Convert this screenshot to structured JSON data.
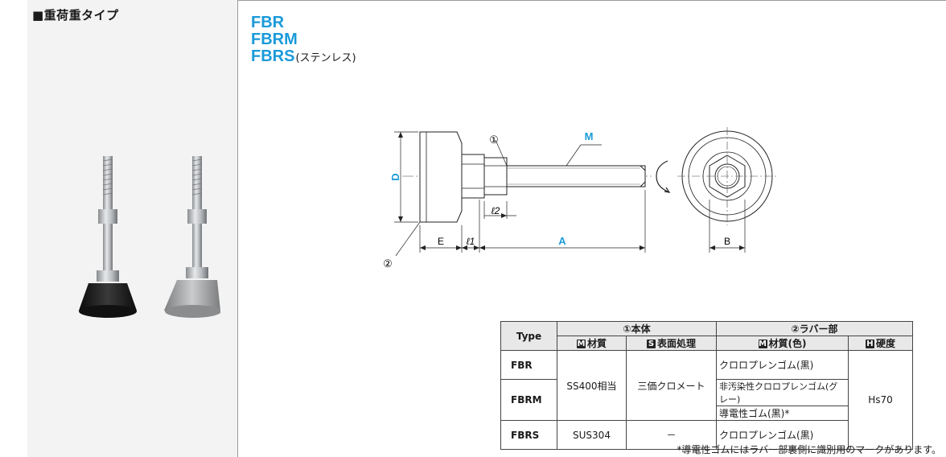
{
  "category_title": "■重荷重タイプ",
  "models": [
    {
      "code": "FBR",
      "sub": ""
    },
    {
      "code": "FBRM",
      "sub": ""
    },
    {
      "code": "FBRS",
      "sub": "(ステンレス)"
    }
  ],
  "drawing": {
    "callout_1": "①",
    "callout_2": "②",
    "label_M": "M",
    "label_D": "D",
    "label_l2": "ℓ2",
    "label_E": "E",
    "label_l1": "ℓ1",
    "label_A": "A",
    "label_B": "B",
    "accent_color": "#1a9ad9"
  },
  "table": {
    "type_header": "Type",
    "body_header": "①本体",
    "rubber_header": "②ラバー部",
    "sub_material": "材質",
    "sub_surface": "表面処理",
    "sub_material_color": "材質(色)",
    "sub_hardness": "硬度",
    "badge_m": "M",
    "badge_s": "S",
    "badge_h": "H",
    "rows": [
      {
        "type": "FBR",
        "rubber": "クロロプレンゴム(黒)"
      },
      {
        "type": "FBRM",
        "rubber_a": "非汚染性クロロプレンゴム(グレー)",
        "rubber_b": "導電性ゴム(黒)*"
      },
      {
        "type": "FBRS",
        "material": "SUS304",
        "surface": "－",
        "rubber": "クロロプレンゴム(黒)"
      }
    ],
    "shared_material": "SS400相当",
    "shared_surface": "三価クロメート",
    "shared_hardness": "Hs70"
  },
  "footnote": "*導電性ゴムにはラバー部裏側に識別用のマークがあります。"
}
